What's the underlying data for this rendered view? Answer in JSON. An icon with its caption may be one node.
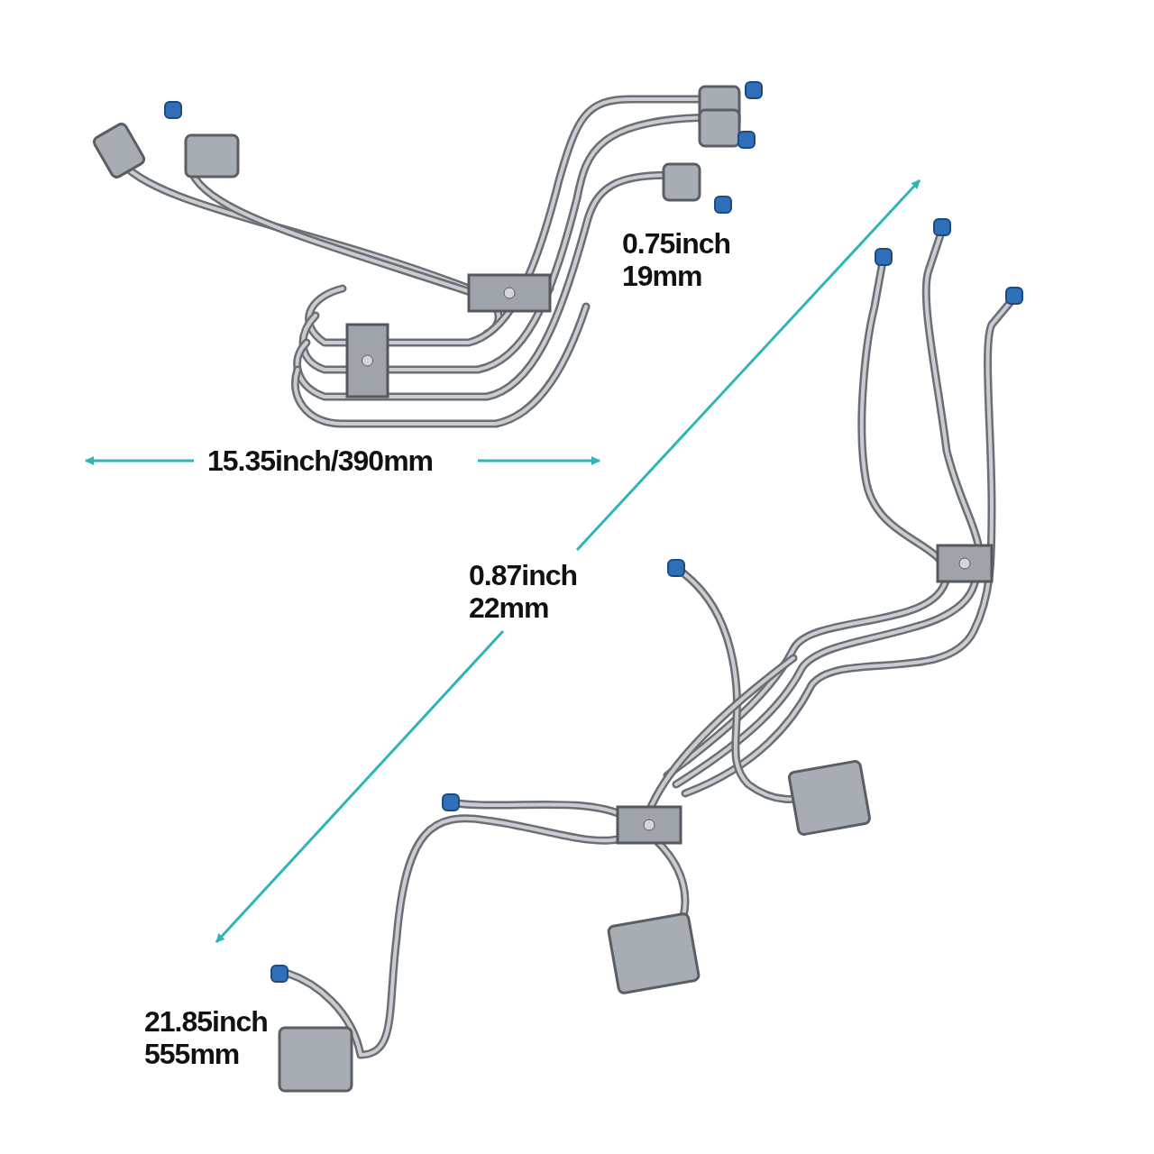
{
  "diagram": {
    "labels": [
      "0.75inch 19mm",
      "15.35inch/390mm",
      "0.87inch 22mm",
      "21.85inch 555mm"
    ]
  }
}
